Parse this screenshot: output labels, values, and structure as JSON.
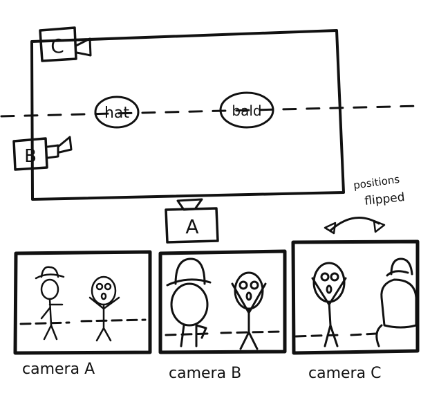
{
  "stage": {
    "actor_labels": [
      "hat",
      "bald"
    ],
    "cameras": [
      "C",
      "B",
      "A"
    ],
    "note_lines": [
      "positions",
      "flipped"
    ]
  },
  "panels": [
    {
      "label": "camera A"
    },
    {
      "label": "camera B"
    },
    {
      "label": "camera C"
    }
  ],
  "colors": {
    "ink": "#111111",
    "paper": "#ffffff"
  }
}
